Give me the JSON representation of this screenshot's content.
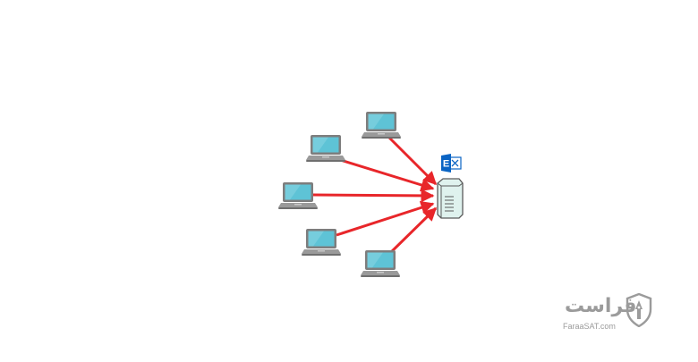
{
  "diagram": {
    "clients": [
      {
        "id": "laptop-1",
        "icon": "laptop-icon"
      },
      {
        "id": "laptop-2",
        "icon": "laptop-icon"
      },
      {
        "id": "laptop-3",
        "icon": "laptop-icon"
      },
      {
        "id": "laptop-4",
        "icon": "laptop-icon"
      },
      {
        "id": "laptop-5",
        "icon": "laptop-icon"
      }
    ],
    "server": {
      "icon": "server-icon"
    },
    "exchange_logo": {
      "icon": "exchange-logo-icon",
      "letter": "E"
    },
    "connections": [
      {
        "from": "laptop-1",
        "to": "server"
      },
      {
        "from": "laptop-2",
        "to": "server"
      },
      {
        "from": "laptop-3",
        "to": "server"
      },
      {
        "from": "laptop-4",
        "to": "server"
      },
      {
        "from": "laptop-5",
        "to": "server"
      }
    ],
    "colors": {
      "arrow": "#e8262a",
      "laptop_screen": "#5ec3d6",
      "laptop_frame": "#7d7d7d",
      "server_body": "#dff2ee",
      "exchange_blue": "#0a64c4"
    }
  },
  "watermark": {
    "arabic": "فراست",
    "latin": "FaraaSAT.com",
    "icon": "shield-pen-icon"
  }
}
